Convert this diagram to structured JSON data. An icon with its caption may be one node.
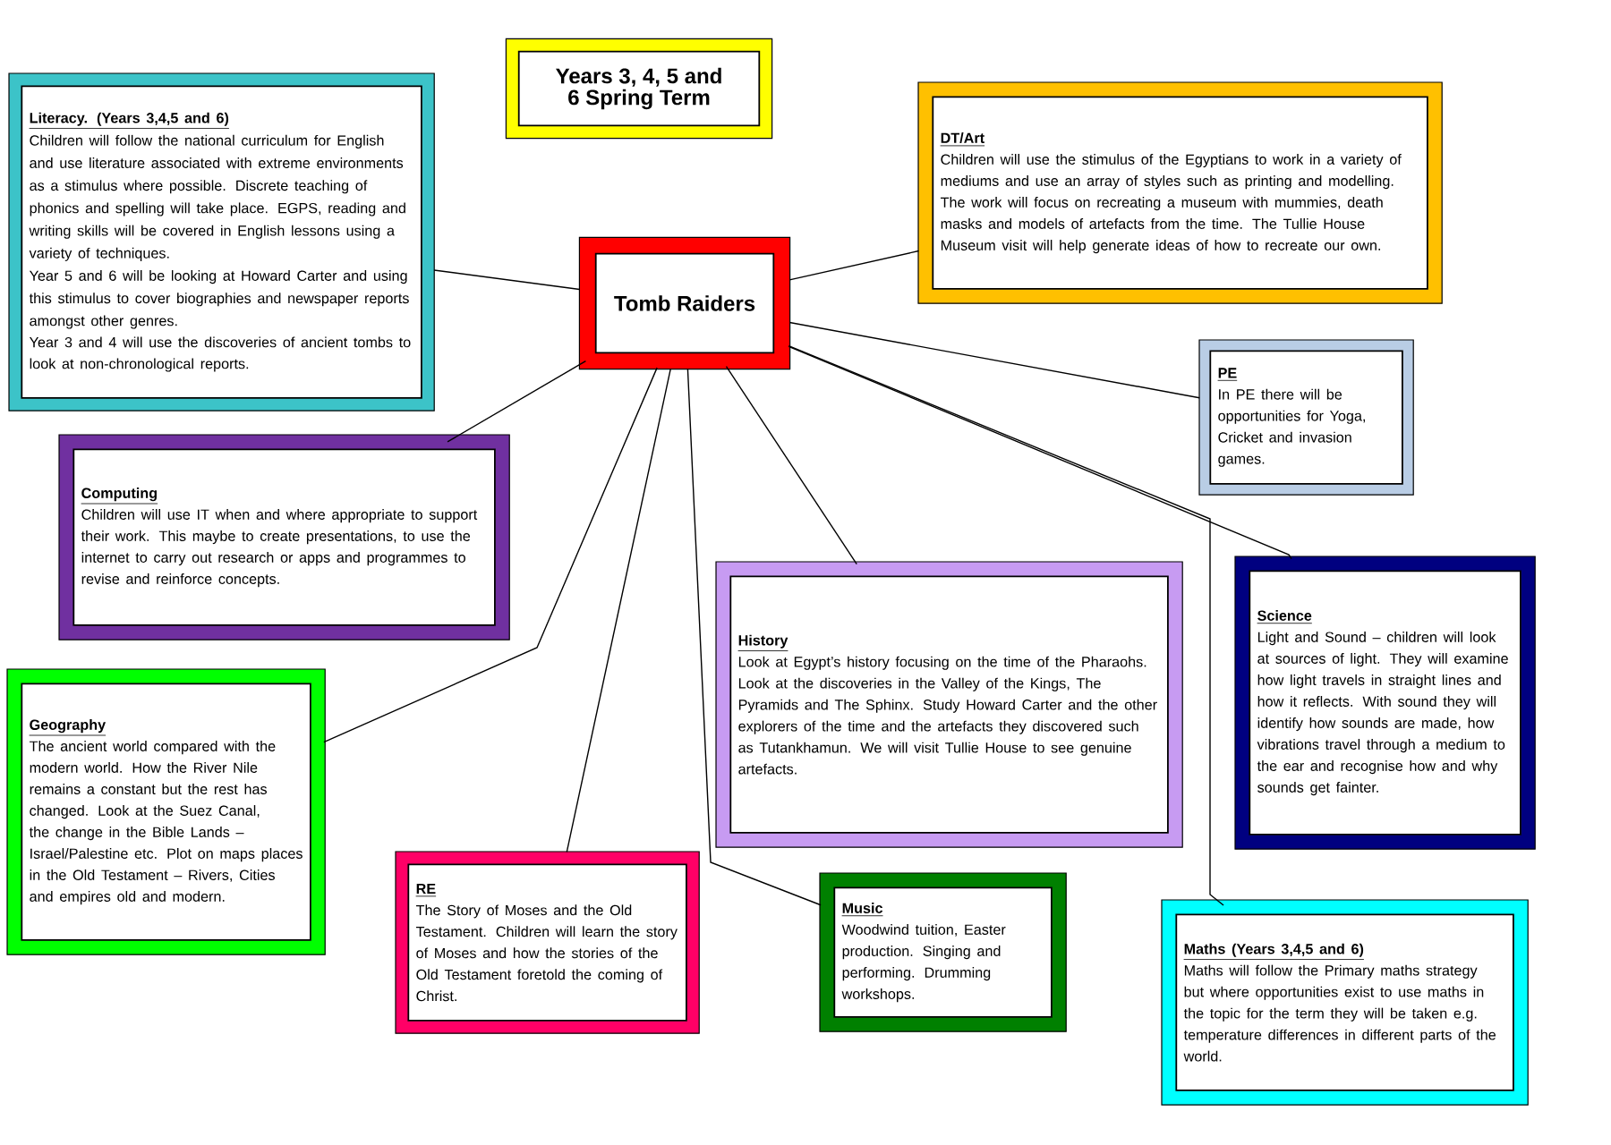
{
  "diagram": {
    "nodes": [
      {
        "text": [
          "Years 3, 4, 5 and 6 Spring Term"
        ]
      },
      {
        "text": [
          "Literacy. (Years 3,4,5 and 6)",
          "Children will follow the national curriculum for English and use literature associated with extreme environments as a stimulus where possible. Discrete teaching of phonics and spelling will take place. EGPS, reading and writing skills will be covered in English lessons using a variety of techniques.",
          "Year 5 and 6 will be looking at Howard Carter and using this stimulus to cover biographies and newspaper reports amongst other genres.",
          "Year 3 and 4 will use the discoveries of ancient tombs to look at non-chronological reports."
        ]
      },
      {
        "text": [
          "DT/Art",
          "Children will use the stimulus of the Egyptians to work in a variety of mediums and use an array of styles such as printing and modelling. The work will focus on recreating a museum with mummies, death masks and models of artefacts from the time. The Tullie House Museum visit will help generate ideas of how to recreate our own."
        ]
      },
      {
        "text": [
          "Tomb Raiders"
        ]
      },
      {
        "text": [
          "PE",
          "In PE there will be opportunities for Yoga, Cricket and invasion games."
        ]
      },
      {
        "text": [
          "Computing",
          "Children will use IT when and where appropriate to support their work. This maybe to create presentations, to use the internet to carry out research or apps and programmes to revise and reinforce concepts."
        ]
      },
      {
        "text": [
          "History",
          "Look at Egypt’s history focusing on the time of the Pharaohs. Look at the discoveries in the Valley of the Kings, The Pyramids and The Sphinx. Study Howard Carter and the other explorers of the time and the artefacts they discovered such as Tutankhamun. We will visit Tullie House to see genuine artefacts."
        ]
      },
      {
        "text": [
          "Science",
          "Light and Sound – children will look at sources of light. They will examine how light travels in straight lines and how it reflects. With sound they will identify how sounds are made, how vibrations travel through a medium to the ear and recognise how and why sounds get fainter."
        ]
      },
      {
        "text": [
          "Geography",
          "The ancient world compared with the modern world. How the River Nile remains a constant but the rest has changed. Look at the Suez Canal, the change in the Bible Lands – Israel/Palestine etc. Plot on maps places in the Old Testament – Rivers, Cities and empires old and modern."
        ]
      },
      {
        "text": [
          "RE",
          "The Story of Moses and the Old Testament. Children will learn the story of Moses and how the stories of the Old Testament foretold the coming of Christ."
        ]
      },
      {
        "text": [
          "Music",
          "Woodwind tuition, Easter production. Singing and performing. Drumming workshops."
        ]
      },
      {
        "text": [
          "Maths (Years 3,4,5 and 6)",
          "Maths will follow the Primary maths strategy but where opportunities exist to use maths in the topic for the term they will be taken e.g. temperature differences in different parts of the world."
        ]
      }
    ],
    "edges": [
      {
        "from": 3,
        "to": 1,
        "arrow": "none"
      },
      {
        "from": 3,
        "to": 2,
        "arrow": "none"
      },
      {
        "from": 3,
        "to": 4,
        "arrow": "none"
      },
      {
        "from": 3,
        "to": 7,
        "arrow": "none"
      },
      {
        "from": 3,
        "to": 5,
        "arrow": "none"
      },
      {
        "from": 3,
        "to": 8,
        "arrow": "none"
      },
      {
        "from": 3,
        "to": 9,
        "arrow": "none"
      },
      {
        "from": 3,
        "to": 6,
        "arrow": "none"
      },
      {
        "from": 3,
        "to": 10,
        "arrow": "none"
      },
      {
        "from": 3,
        "to": 11,
        "arrow": "none"
      }
    ]
  }
}
